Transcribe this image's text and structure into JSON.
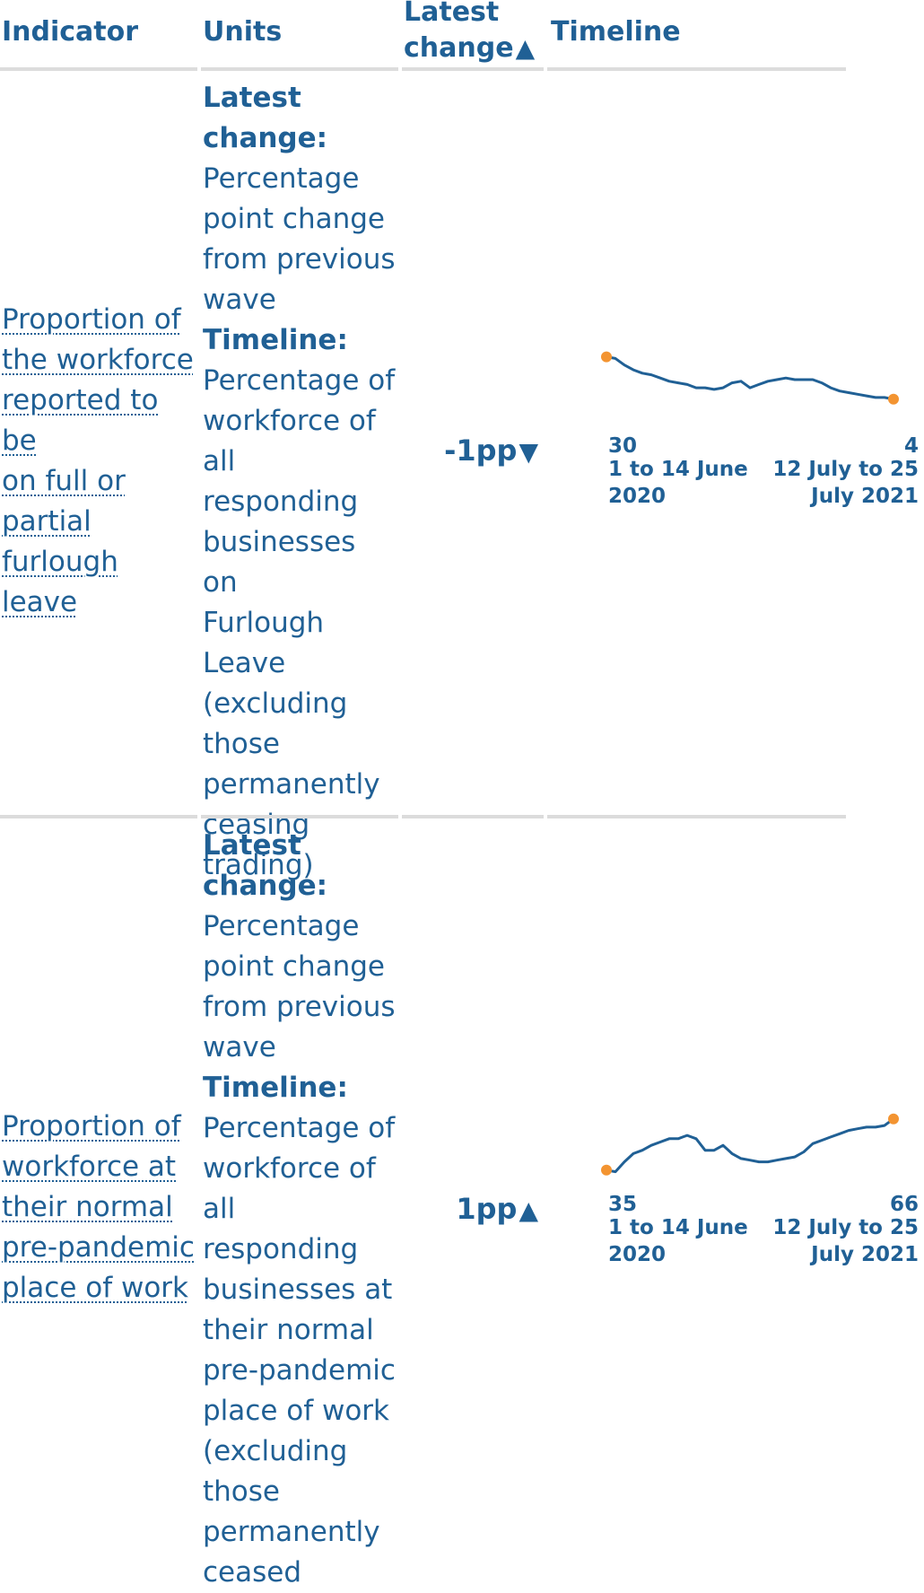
{
  "header": {
    "indicator": "Indicator",
    "units": "Units",
    "latest_change_line1": "Latest",
    "latest_change_line2": "change",
    "sort_arrow": "▲",
    "timeline": "Timeline"
  },
  "rows": [
    {
      "indicator": "Proportion of the workforce reported to be on full or partial furlough leave",
      "indicator_lines": [
        "Proportion of",
        "the workforce",
        "reported to be",
        "on full or",
        "partial",
        "furlough leave"
      ],
      "latest_change_label": "Latest change:",
      "latest_change_lines": [
        "Latest",
        "change:"
      ],
      "latest_change_desc_lines": [
        "Percentage",
        "point change",
        "from previous",
        "wave"
      ],
      "timeline_label": "Timeline:",
      "timeline_desc_lines": [
        "Percentage of",
        "workforce of",
        "all responding",
        "businesses on",
        "Furlough",
        "Leave",
        "(excluding",
        "those",
        "permanently",
        "ceasing",
        "trading)"
      ],
      "change": "-1pp",
      "change_arrow": "▼",
      "first_value": "30",
      "last_value": "4",
      "first_period_lines": [
        "1 to 14 June",
        "2020"
      ],
      "last_period_lines": [
        "12 July to 25",
        "July 2021"
      ]
    },
    {
      "indicator": "Proportion of workforce at their normal pre-pandemic place of work",
      "indicator_lines": [
        "Proportion of",
        "workforce at",
        "their normal",
        "pre-pandemic",
        "place of work"
      ],
      "latest_change_label": "Latest change:",
      "latest_change_lines": [
        "Latest",
        "change:"
      ],
      "latest_change_desc_lines": [
        "Percentage",
        "point change",
        "from previous",
        "wave"
      ],
      "timeline_label": "Timeline:",
      "timeline_desc_lines": [
        "Percentage of",
        "workforce of",
        "all responding",
        "businesses at",
        "their normal",
        "pre-pandemic",
        "place of work",
        "(excluding",
        "those",
        "permanently",
        "ceased"
      ],
      "change": "1pp",
      "change_arrow": "▲",
      "first_value": "35",
      "last_value": "66",
      "first_period_lines": [
        "1 to 14 June",
        "2020"
      ],
      "last_period_lines": [
        "12 July to 25",
        "July 2021"
      ]
    }
  ],
  "chart_data": [
    {
      "type": "line",
      "series": [
        {
          "values": [
            30,
            29,
            25,
            22,
            20,
            19,
            17,
            15,
            14,
            13,
            11,
            11,
            10,
            11,
            14,
            15,
            11,
            13,
            15,
            16,
            17,
            16,
            16,
            16,
            14,
            11,
            9,
            8,
            7,
            6,
            5,
            5,
            4
          ]
        }
      ],
      "ylim": [
        0,
        32
      ],
      "line_color": "#206095",
      "endpoint_color": "#f39431"
    },
    {
      "type": "line",
      "series": [
        {
          "values": [
            35,
            34,
            40,
            45,
            47,
            50,
            52,
            54,
            54,
            56,
            54,
            47,
            47,
            50,
            45,
            42,
            41,
            40,
            40,
            41,
            42,
            43,
            46,
            51,
            53,
            55,
            57,
            59,
            60,
            61,
            61,
            62,
            66
          ]
        }
      ],
      "ylim": [
        30,
        68
      ],
      "line_color": "#206095",
      "endpoint_color": "#f39431"
    }
  ],
  "colors": {
    "primary": "#206095",
    "accent": "#f39431",
    "rule": "#dcdcdc"
  }
}
